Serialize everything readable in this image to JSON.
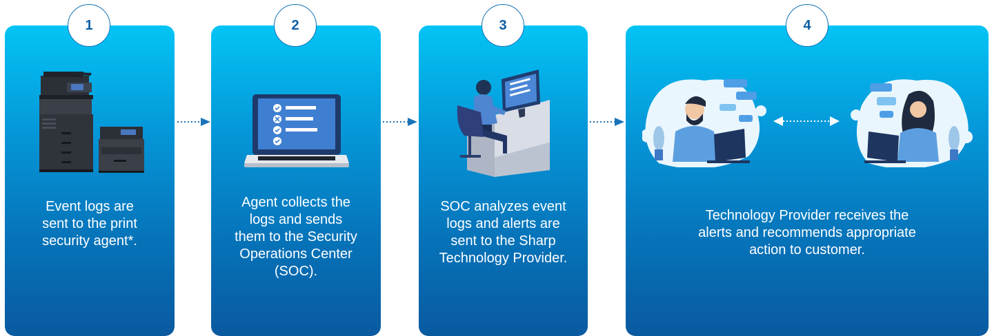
{
  "steps": [
    {
      "number": "1",
      "text": "Event logs are\nsent to the print\nsecurity agent*."
    },
    {
      "number": "2",
      "text": "Agent collects the\nlogs and sends\nthem to the Security\nOperations Center\n(SOC)."
    },
    {
      "number": "3",
      "text": "SOC analyzes event\nlogs and alerts are\nsent to the Sharp\nTechnology Provider."
    },
    {
      "number": "4",
      "text": "Technology Provider receives the\nalerts and recommends appropriate\naction to customer."
    }
  ],
  "colors": {
    "card_top": "#04c4f5",
    "card_bottom": "#0a5aa0",
    "badge_text": "#0d5ea3",
    "arrow": "#1a73b8"
  },
  "icons": [
    "printer-icon",
    "laptop-checklist-icon",
    "soc-analyst-icon",
    "technician-icon",
    "customer-icon"
  ]
}
